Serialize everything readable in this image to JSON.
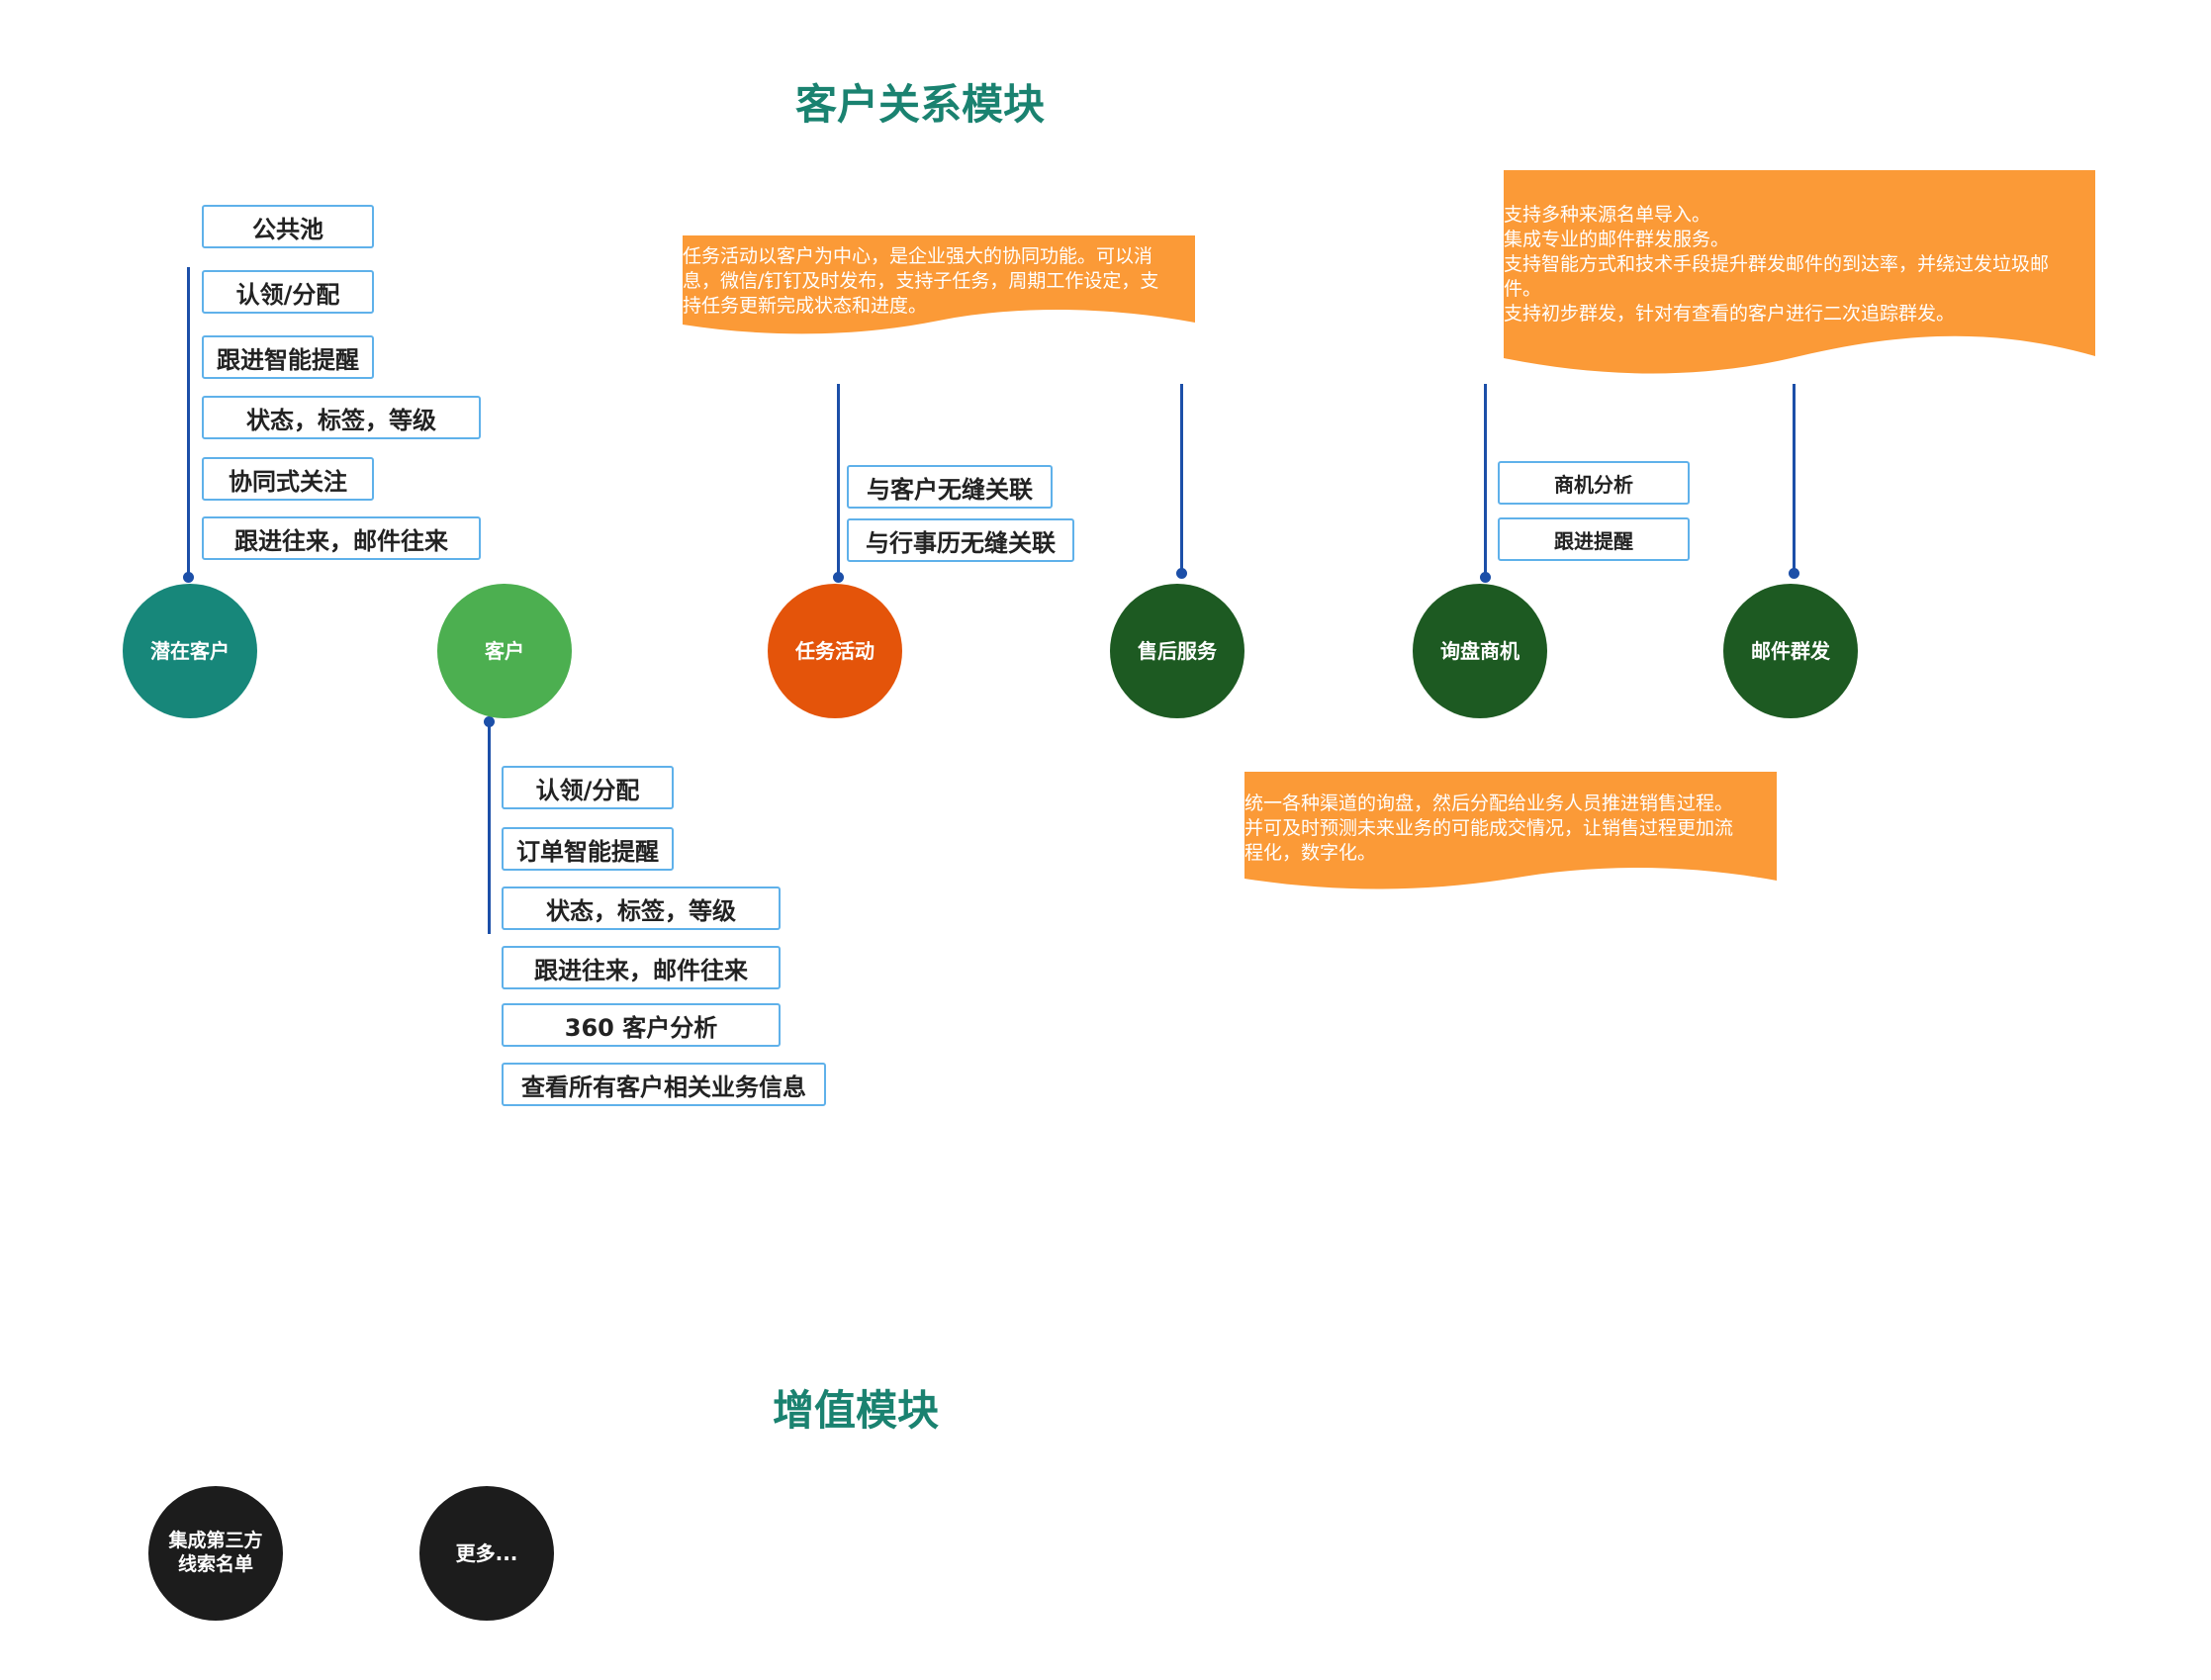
{
  "crm_title": "客户关系模块",
  "addon_title": "增值模块",
  "nodes": {
    "lead": "潜在客户",
    "customer": "客户",
    "task": "任务活动",
    "aftersales": "售后服务",
    "inquiry": "询盘商机",
    "email": "邮件群发",
    "third_party": "集成第三方\n线索名单",
    "more": "更多..."
  },
  "lead_items": [
    "公共池",
    "认领/分配",
    "跟进智能提醒",
    "状态，标签，等级",
    "协同式关注",
    "跟进往来，邮件往来"
  ],
  "customer_items": [
    "认领/分配",
    "订单智能提醒",
    "状态，标签，等级",
    "跟进往来，邮件往来",
    "360 客户分析",
    "查看所有客户相关业务信息"
  ],
  "task_items": [
    "与客户无缝关联",
    "与行事历无缝关联"
  ],
  "inquiry_items": [
    "商机分析",
    "跟进提醒"
  ],
  "notes": {
    "task": "任务活动以客户为中心，是企业强大的协同功能。可以消\n息，微信/钉钉及时发布，支持子任务，周期工作设定，支\n持任务更新完成状态和进度。",
    "email": "支持多种来源名单导入。\n集成专业的邮件群发服务。\n支持智能方式和技术手段提升群发邮件的到达率，并绕过发垃圾邮\n件。\n支持初步群发，针对有查看的客户进行二次追踪群发。",
    "inquiry": "统一各种渠道的询盘，然后分配给业务人员推进销售过程。\n并可及时预测未来业务的可能成交情况，让销售过程更加流\n程化，数字化。"
  },
  "colors": {
    "title": "#1a8270",
    "lead": "#17877a",
    "customer": "#4caf50",
    "task": "#e4540a",
    "dark_green": "#1d5a22",
    "black": "#1c1c1c",
    "note": "#fb9a37",
    "box_border": "#5fb1ea",
    "connector": "#1c4fa8"
  }
}
